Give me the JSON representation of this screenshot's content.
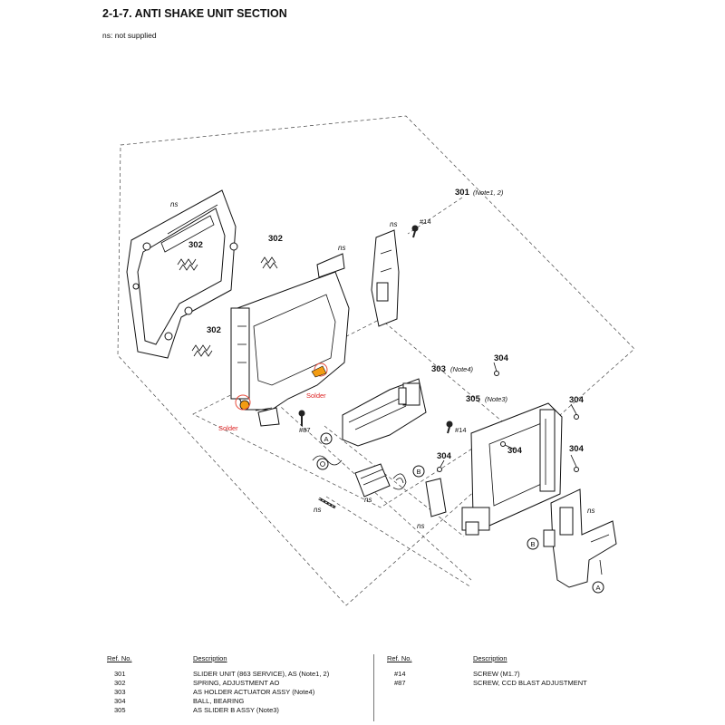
{
  "section_title": "2-1-7. ANTI SHAKE UNIT SECTION",
  "ns_note": "ns: not supplied",
  "callouts": {
    "ref_301": "301",
    "note_301": "(Note1, 2)",
    "ref_302": "302",
    "ref_303": "303",
    "note_303": "(Note4)",
    "ref_304": "304",
    "ref_305": "305",
    "note_305": "(Note3)",
    "ref_14": "#14",
    "ref_87": "#87",
    "ns": "ns",
    "solder": "Solder",
    "marker_a": "A",
    "marker_b": "B"
  },
  "table": {
    "left": {
      "ref_header": "Ref. No.",
      "desc_header": "Description",
      "rows": [
        {
          "ref": "301",
          "desc": "SLIDER UNIT (863 SERVICE), AS (Note1, 2)"
        },
        {
          "ref": "302",
          "desc": "SPRING, ADJUSTMENT AO"
        },
        {
          "ref": "303",
          "desc": "AS HOLDER ACTUATOR ASSY (Note4)"
        },
        {
          "ref": "304",
          "desc": "BALL, BEARING"
        },
        {
          "ref": "305",
          "desc": "AS SLIDER B ASSY (Note3)"
        }
      ]
    },
    "right": {
      "ref_header": "Ref. No.",
      "desc_header": "Description",
      "rows": [
        {
          "ref": "#14",
          "desc": "SCREW (M1.7)"
        },
        {
          "ref": "#87",
          "desc": "SCREW, CCD BLAST ADJUSTMENT"
        }
      ]
    }
  },
  "colors": {
    "solder_highlight": "#f39c12",
    "solder_text": "#dd2222"
  }
}
